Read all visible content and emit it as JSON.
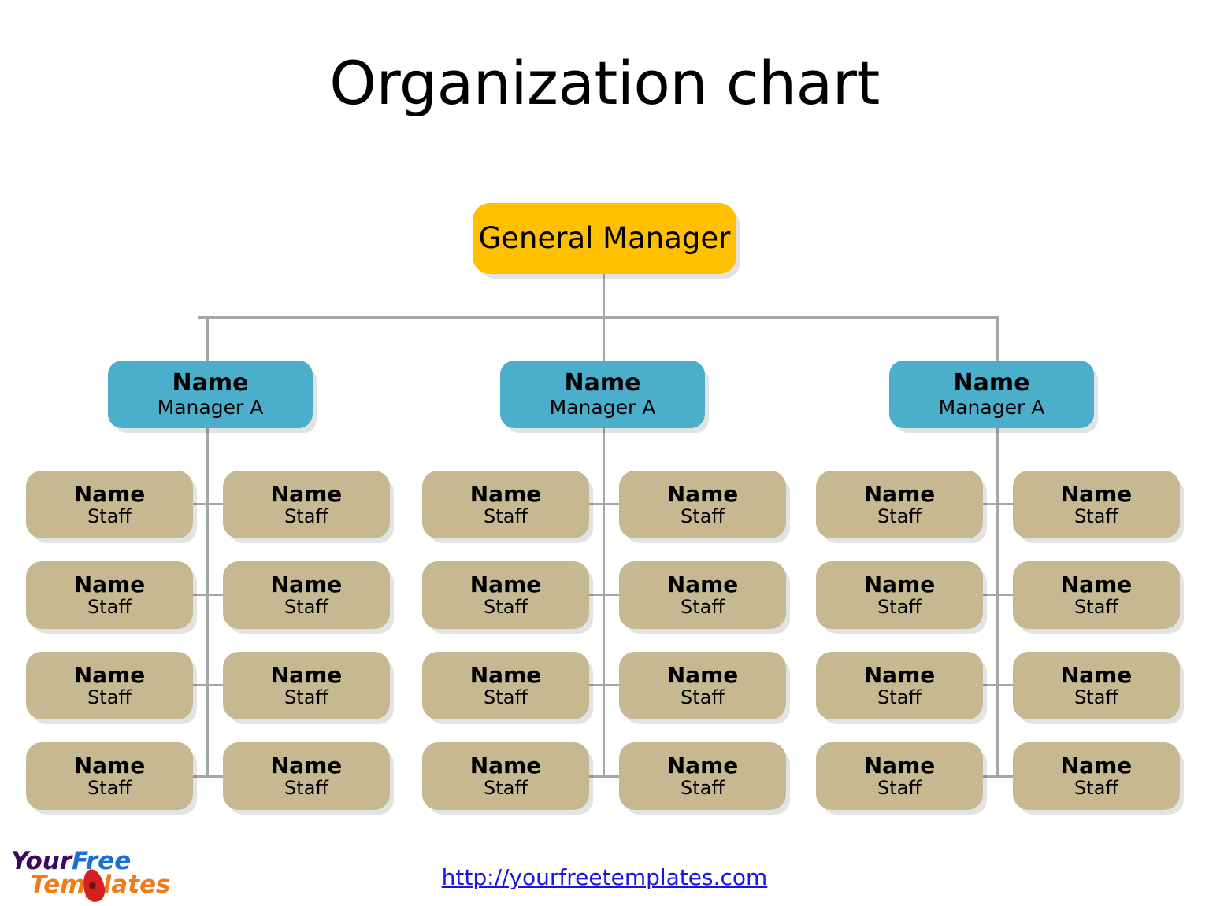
{
  "slide": {
    "title": "Organization chart",
    "background_color": "#ffffff"
  },
  "colors": {
    "top_node": "#ffc000",
    "manager_node": "#4bafcb",
    "staff_node": "#c6b991",
    "connector": "#a6a6a6",
    "link": "#1a16e0",
    "divider": "#e4e4e4"
  },
  "chart_data": {
    "type": "org-chart",
    "root": {
      "label": "General Manager"
    },
    "branches": [
      {
        "manager": {
          "name": "Name",
          "role": "Manager A"
        },
        "staff": [
          {
            "name": "Name",
            "role": "Staff"
          },
          {
            "name": "Name",
            "role": "Staff"
          },
          {
            "name": "Name",
            "role": "Staff"
          },
          {
            "name": "Name",
            "role": "Staff"
          },
          {
            "name": "Name",
            "role": "Staff"
          },
          {
            "name": "Name",
            "role": "Staff"
          },
          {
            "name": "Name",
            "role": "Staff"
          },
          {
            "name": "Name",
            "role": "Staff"
          }
        ]
      },
      {
        "manager": {
          "name": "Name",
          "role": "Manager A"
        },
        "staff": [
          {
            "name": "Name",
            "role": "Staff"
          },
          {
            "name": "Name",
            "role": "Staff"
          },
          {
            "name": "Name",
            "role": "Staff"
          },
          {
            "name": "Name",
            "role": "Staff"
          },
          {
            "name": "Name",
            "role": "Staff"
          },
          {
            "name": "Name",
            "role": "Staff"
          },
          {
            "name": "Name",
            "role": "Staff"
          },
          {
            "name": "Name",
            "role": "Staff"
          }
        ]
      },
      {
        "manager": {
          "name": "Name",
          "role": "Manager A"
        },
        "staff": [
          {
            "name": "Name",
            "role": "Staff"
          },
          {
            "name": "Name",
            "role": "Staff"
          },
          {
            "name": "Name",
            "role": "Staff"
          },
          {
            "name": "Name",
            "role": "Staff"
          },
          {
            "name": "Name",
            "role": "Staff"
          },
          {
            "name": "Name",
            "role": "Staff"
          },
          {
            "name": "Name",
            "role": "Staff"
          },
          {
            "name": "Name",
            "role": "Staff"
          }
        ]
      }
    ]
  },
  "footer": {
    "url": "http://yourfreetemplates.com",
    "logo": {
      "word1": "Your",
      "word2": "Free",
      "word3": "Templates"
    }
  }
}
